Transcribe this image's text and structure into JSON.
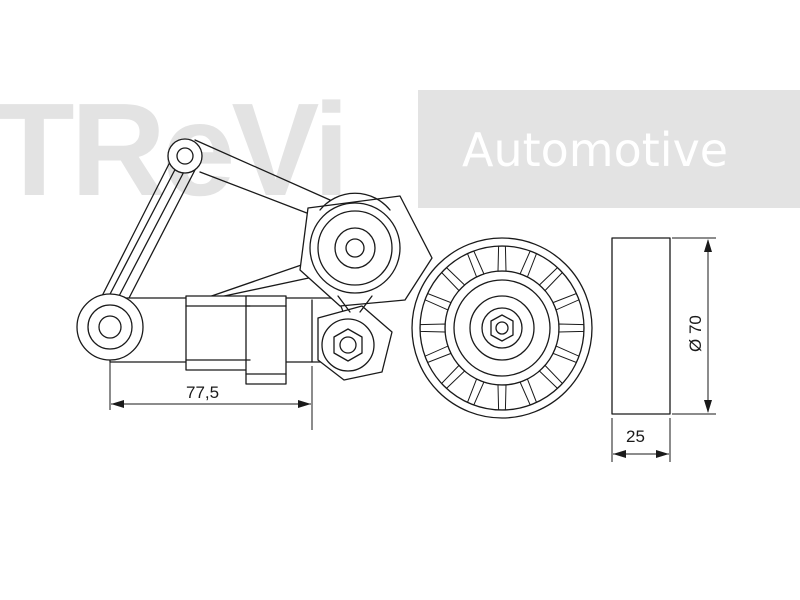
{
  "watermark": {
    "brand": "TReVi",
    "tagline": "Automotive",
    "color": "#e3e3e3"
  },
  "dimensions": {
    "length": "77,5",
    "width": "25",
    "diameter": "Ø 70"
  },
  "colors": {
    "line": "#1a1a1a",
    "background": "#ffffff"
  }
}
